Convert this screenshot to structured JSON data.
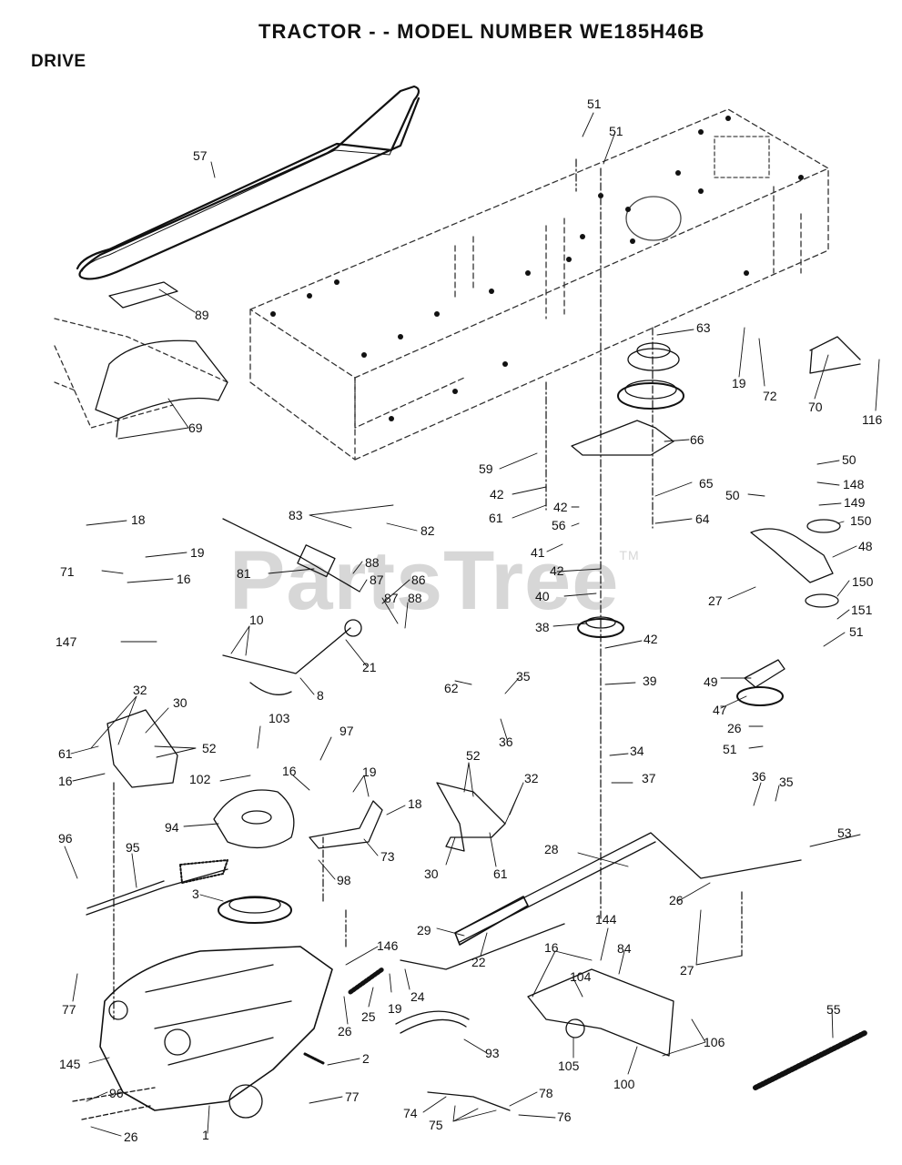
{
  "title": "TRACTOR - - MODEL NUMBER WE185H46B",
  "section": "DRIVE",
  "watermark": "PartsTree",
  "watermark_tm": "TM",
  "callouts": [
    "57",
    "89",
    "69",
    "51",
    "51",
    "63",
    "19",
    "72",
    "70",
    "116",
    "66",
    "59",
    "42",
    "61",
    "42",
    "56",
    "65",
    "64",
    "50",
    "50",
    "148",
    "149",
    "150",
    "48",
    "27",
    "150",
    "151",
    "51",
    "83",
    "82",
    "18",
    "19",
    "71",
    "16",
    "81",
    "88",
    "87",
    "86",
    "87",
    "88",
    "147",
    "10",
    "21",
    "8",
    "41",
    "42",
    "40",
    "38",
    "42",
    "39",
    "62",
    "35",
    "36",
    "49",
    "47",
    "26",
    "51",
    "32",
    "30",
    "61",
    "52",
    "16",
    "103",
    "102",
    "97",
    "16",
    "19",
    "18",
    "52",
    "32",
    "34",
    "37",
    "36",
    "35",
    "94",
    "73",
    "98",
    "30",
    "61",
    "53",
    "96",
    "95",
    "28",
    "26",
    "27",
    "3",
    "29",
    "22",
    "146",
    "144",
    "16",
    "84",
    "77",
    "104",
    "55",
    "25",
    "19",
    "24",
    "26",
    "106",
    "2",
    "93",
    "105",
    "100",
    "145",
    "96",
    "77",
    "78",
    "74",
    "75",
    "76",
    "26",
    "1"
  ]
}
